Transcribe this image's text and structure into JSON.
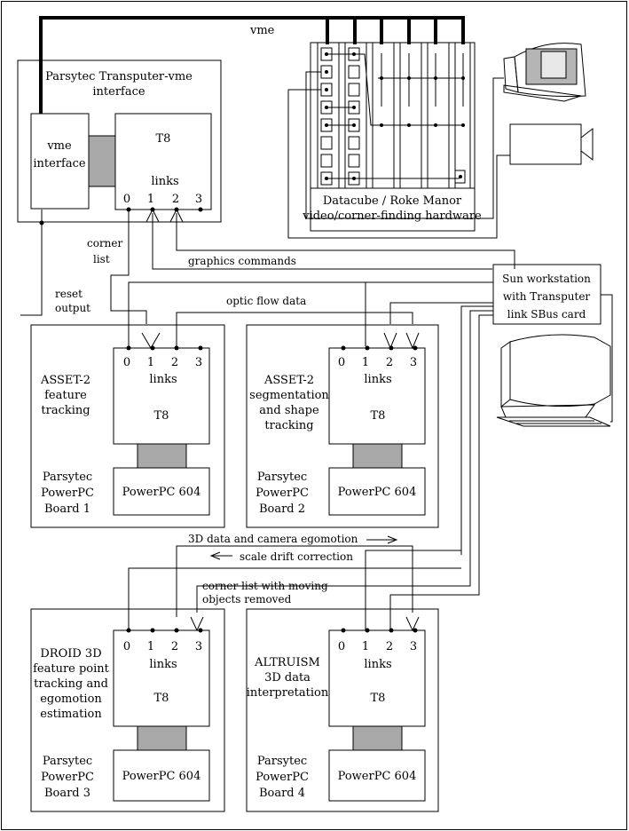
{
  "labels": {
    "vme": "vme",
    "transputer_vme_title_1": "Parsytec Transputer-vme",
    "transputer_vme_title_2": "interface",
    "vme_interface_1": "vme",
    "vme_interface_2": "interface",
    "t8": "T8",
    "links": "links",
    "port_0": "0",
    "port_1": "1",
    "port_2": "2",
    "port_3": "3",
    "datacube_1": "Datacube / Roke Manor",
    "datacube_2": "video/corner-finding hardware",
    "corner_list_1": "corner",
    "corner_list_2": "list",
    "graphics_commands": "graphics commands",
    "reset_output_1": "reset",
    "reset_output_2": "output",
    "optic_flow_data": "optic flow data",
    "sun_1": "Sun workstation",
    "sun_2": "with Transputer",
    "sun_3": "link SBus card",
    "data_3d_egomotion": "3D data and camera egomotion",
    "scale_drift": "scale drift correction",
    "corner_moving_1": "corner list with moving",
    "corner_moving_2": "objects removed",
    "powerpc_604": "PowerPC 604"
  },
  "boards": [
    {
      "id": "board1",
      "title": [
        "ASSET-2",
        "feature",
        "tracking"
      ],
      "maker": [
        "Parsytec",
        "PowerPC",
        "Board 1"
      ]
    },
    {
      "id": "board2",
      "title": [
        "ASSET-2",
        "segmentation",
        "and shape",
        "tracking"
      ],
      "maker": [
        "Parsytec",
        "PowerPC",
        "Board 2"
      ]
    },
    {
      "id": "board3",
      "title": [
        "DROID 3D",
        "feature point",
        "tracking and",
        "egomotion",
        "estimation"
      ],
      "maker": [
        "Parsytec",
        "PowerPC",
        "Board 3"
      ]
    },
    {
      "id": "board4",
      "title": [
        "ALTRUISM",
        "3D data",
        "interpretation"
      ],
      "maker": [
        "Parsytec",
        "PowerPC",
        "Board 4"
      ]
    }
  ]
}
